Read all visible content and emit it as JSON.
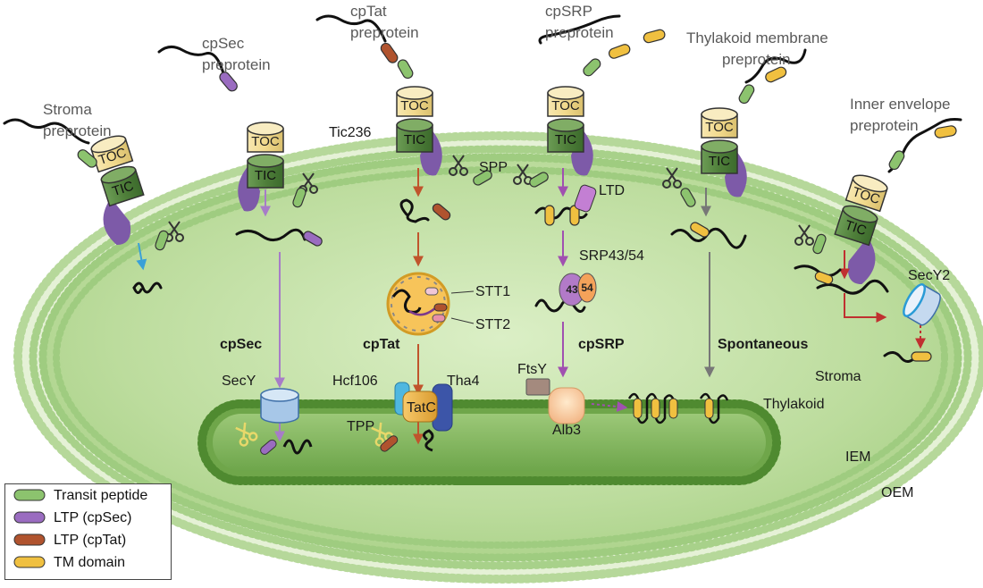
{
  "colors": {
    "transit": "#8cc36e",
    "ltp_cpsec": "#9a6cc0",
    "ltp_cptat": "#b0532e",
    "tm": "#f0c040",
    "stroma": "#bddc9f",
    "thylakoid": "#7fb05a",
    "toc": "#f2dc8e",
    "tic": "#5f8f4a",
    "purple": "#7d5aa8",
    "arrow_sec": "#a77cc8",
    "arrow_tat": "#c0542c",
    "arrow_srp": "#a050b0",
    "arrow_spont": "#777777",
    "arrow_stroma": "#3aa0d8",
    "arrow_ie": "#c03030"
  },
  "labels": {
    "stroma_preprotein": [
      "Stroma",
      "preprotein"
    ],
    "cpsec_preprotein": [
      "cpSec",
      "preprotein"
    ],
    "cptat_preprotein": [
      "cpTat",
      "preprotein"
    ],
    "cpsrp_preprotein": [
      "cpSRP",
      "preprotein"
    ],
    "thylakoid_membrane_preprotein": [
      "Thylakoid membrane",
      "preprotein"
    ],
    "inner_envelope_preprotein": [
      "Inner envelope",
      "preprotein"
    ],
    "toc": "TOC",
    "tic": "TIC",
    "tic236": "Tic236",
    "spp": "SPP",
    "ltd": "LTD",
    "stt1": "STT1",
    "stt2": "STT2",
    "srp4354": "SRP43/54",
    "srp43": "43",
    "srp54": "54",
    "secy2": "SecY2",
    "cpsec": "cpSec",
    "cptat": "cpTat",
    "cpsrp": "cpSRP",
    "spontaneous": "Spontaneous",
    "secy": "SecY",
    "hcf106": "Hcf106",
    "tha4": "Tha4",
    "tatc": "TatC",
    "tpp": "TPP",
    "ftsy": "FtsY",
    "alb3": "Alb3",
    "stroma": "Stroma",
    "thylakoid": "Thylakoid",
    "iem": "IEM",
    "oem": "OEM"
  },
  "legend": [
    {
      "label": "Transit peptide",
      "color": "#8cc36e"
    },
    {
      "label": "LTP (cpSec)",
      "color": "#9a6cc0"
    },
    {
      "label": "LTP (cpTat)",
      "color": "#b0532e"
    },
    {
      "label": "TM domain",
      "color": "#f0c040"
    }
  ]
}
